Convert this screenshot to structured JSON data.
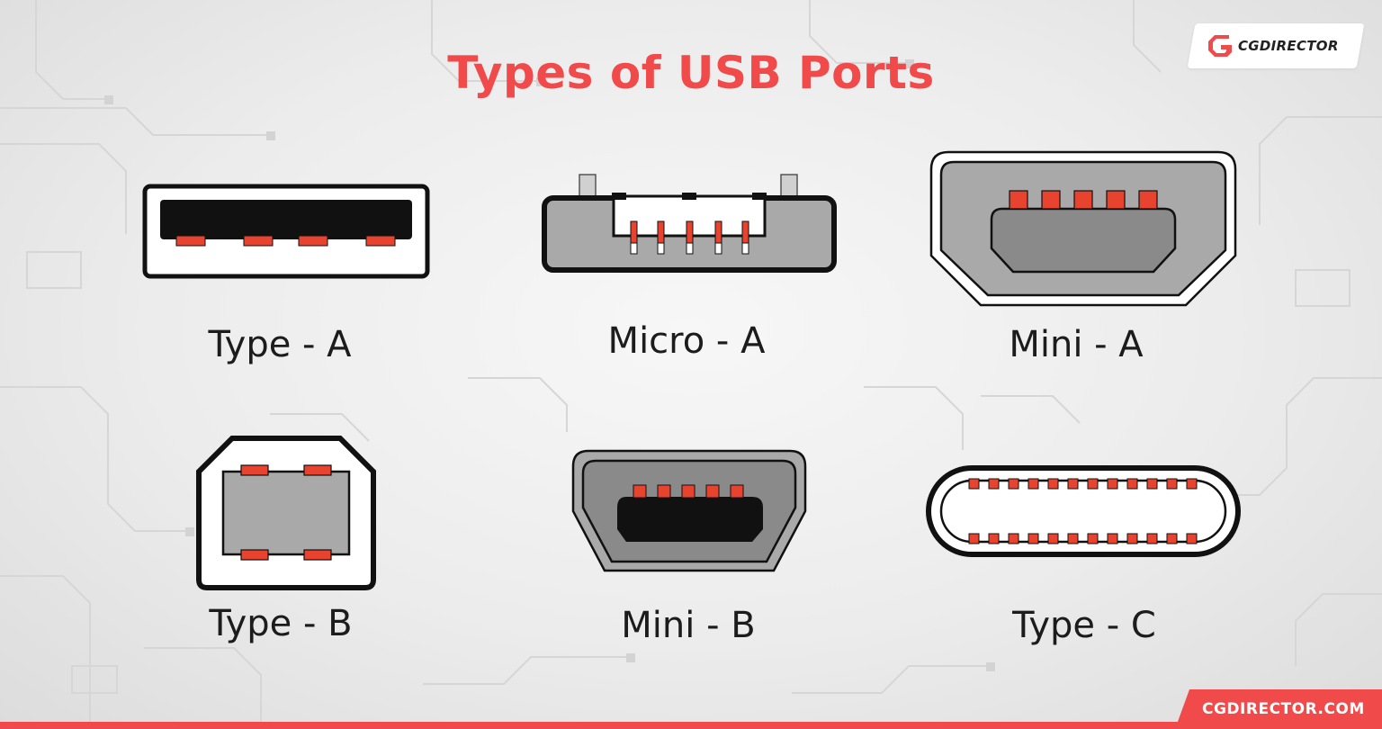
{
  "header": {
    "title": "Types of USB Ports"
  },
  "brand": {
    "logo_text": "CGDIRECTOR",
    "footer_url": "CGDIRECTOR.COM",
    "accent_color": "#f04a4a"
  },
  "ports": [
    {
      "label": "Type - A",
      "icon": "usb-type-a-port-icon"
    },
    {
      "label": "Micro - A",
      "icon": "usb-micro-a-port-icon"
    },
    {
      "label": "Mini - A",
      "icon": "usb-mini-a-port-icon"
    },
    {
      "label": "Type - B",
      "icon": "usb-type-b-port-icon"
    },
    {
      "label": "Mini - B",
      "icon": "usb-mini-b-port-icon"
    },
    {
      "label": "Type - C",
      "icon": "usb-type-c-port-icon"
    }
  ],
  "colors": {
    "pin": "#e8432e",
    "outline": "#111111",
    "shell_gray": "#a9a9a9",
    "inner_gray": "#8a8a8a",
    "face": "#ffffff"
  }
}
